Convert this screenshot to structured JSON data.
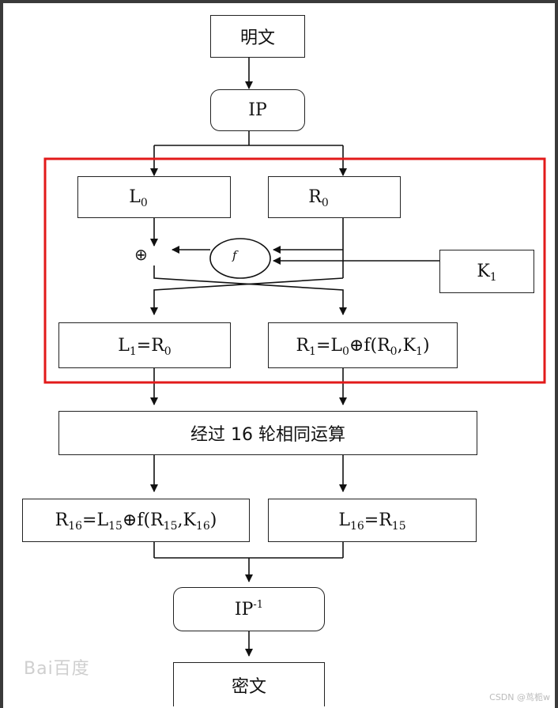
{
  "diagram": {
    "plaintext": "明文",
    "ip": "IP",
    "l0": {
      "base": "L",
      "sub": "0"
    },
    "r0": {
      "base": "R",
      "sub": "0"
    },
    "xor_symbol": "⊕",
    "f": "f",
    "k1": {
      "base": "K",
      "sub": "1"
    },
    "l1_eq": {
      "a": "L",
      "a_sub": "1",
      "eq": "=R",
      "b_sub": "0"
    },
    "r1_eq": {
      "a": "R",
      "a_sub": "1",
      "eq": "=L",
      "b_sub": "0",
      "op": "⊕f(R",
      "c_sub": "0",
      "comma": ",K",
      "d_sub": "1",
      "close": ")"
    },
    "rounds": "经过 16 轮相同运算",
    "r16_eq": {
      "a": "R",
      "a_sub": "16",
      "eq": "=L",
      "b_sub": "15",
      "op": "⊕f(R",
      "c_sub": "15",
      "comma": ",K",
      "d_sub": "16",
      "close": ")"
    },
    "l16_eq": {
      "a": "L",
      "a_sub": "16",
      "eq": "=R",
      "b_sub": "15"
    },
    "ip_inv": {
      "base": "IP",
      "sup": "-1"
    },
    "ciphertext": "密文"
  },
  "watermark": {
    "logo": "Bai百度",
    "credit": "CSDN @茑栀w"
  },
  "colors": {
    "highlight": "#e21a1a",
    "line": "#111111"
  }
}
